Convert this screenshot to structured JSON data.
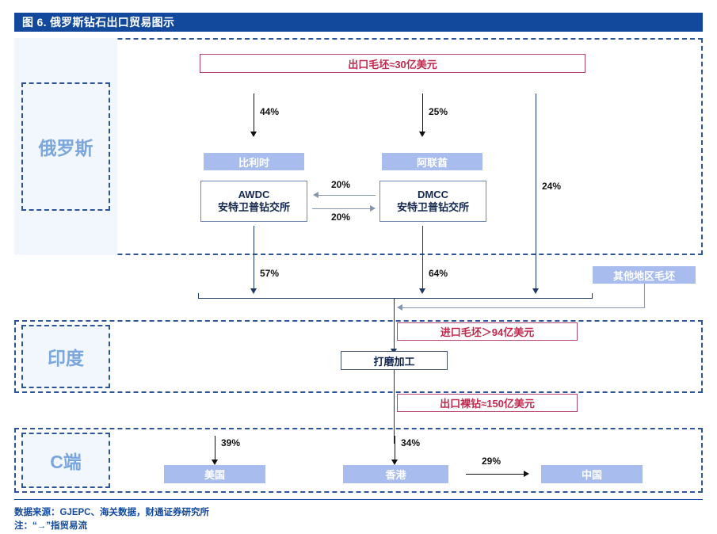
{
  "figure": {
    "title": "图 6. 俄罗斯钻石出口贸易图示",
    "title_bg": "#12499c"
  },
  "regions": [
    {
      "key": "russia",
      "label": "俄罗斯"
    },
    {
      "key": "india",
      "label": "印度"
    },
    {
      "key": "consumer",
      "label": "C端"
    }
  ],
  "nodes": {
    "export_rough": {
      "label": "出口毛坯≈30亿美元",
      "style": "red-outline"
    },
    "belgium": {
      "label": "比利时",
      "style": "blue-fill"
    },
    "uae": {
      "label": "阿联酋",
      "style": "blue-fill"
    },
    "awdc_line1": "AWDC",
    "awdc_line2": "安特卫普钻交所",
    "dmcc_line1": "DMCC",
    "dmcc_line2": "安特卫普钻交所",
    "other_rough": {
      "label": "其他地区毛坯",
      "style": "blue-fill"
    },
    "import_rough": {
      "label": "进口毛坯＞94亿美元",
      "style": "red-outline"
    },
    "polishing": {
      "label": "打磨加工",
      "style": "white-outline"
    },
    "export_polished": {
      "label": "出口裸钻≈150亿美元",
      "style": "red-outline"
    },
    "usa": {
      "label": "美国",
      "style": "blue-fill"
    },
    "hongkong": {
      "label": "香港",
      "style": "blue-fill"
    },
    "china": {
      "label": "中国",
      "style": "blue-fill"
    }
  },
  "flows": {
    "to_belgium": "44%",
    "to_uae": "25%",
    "direct_to_india": "24%",
    "dmcc_to_awdc": "20%",
    "awdc_to_dmcc": "20%",
    "belgium_to_india": "57%",
    "uae_to_india": "64%",
    "to_usa": "39%",
    "to_hongkong": "34%",
    "hongkong_to_china": "29%"
  },
  "footer": {
    "source": "数据来源：GJEPC、海关数据，财通证券研究所",
    "note": "注：“→”指贸易流"
  },
  "colors": {
    "title_blue": "#12499c",
    "region_dash": "#2e5597",
    "region_label_text": "#7ba7dd",
    "box_fill_blue": "#a8bcee",
    "box_red_border": "#b5436b",
    "box_red_text": "#c0294e",
    "connector_navy": "#1f3864",
    "connector_gray": "#8496b0"
  },
  "chart_data": {
    "type": "diagram",
    "title": "图 6. 俄罗斯钻石出口贸易图示",
    "nodes": [
      "出口毛坯≈30亿美元",
      "比利时",
      "阿联酋",
      "AWDC 安特卫普钻交所",
      "DMCC 安特卫普钻交所",
      "其他地区毛坯",
      "进口毛坯＞94亿美元",
      "打磨加工",
      "出口裸钻≈150亿美元",
      "美国",
      "香港",
      "中国"
    ],
    "edges": [
      {
        "from": "出口毛坯≈30亿美元",
        "to": "比利时",
        "value": "44%"
      },
      {
        "from": "出口毛坯≈30亿美元",
        "to": "阿联酋",
        "value": "25%"
      },
      {
        "from": "出口毛坯≈30亿美元",
        "to": "打磨加工",
        "value": "24%"
      },
      {
        "from": "DMCC 安特卫普钻交所",
        "to": "AWDC 安特卫普钻交所",
        "value": "20%"
      },
      {
        "from": "AWDC 安特卫普钻交所",
        "to": "DMCC 安特卫普钻交所",
        "value": "20%"
      },
      {
        "from": "AWDC 安特卫普钻交所",
        "to": "打磨加工",
        "value": "57%"
      },
      {
        "from": "DMCC 安特卫普钻交所",
        "to": "打磨加工",
        "value": "64%"
      },
      {
        "from": "其他地区毛坯",
        "to": "打磨加工",
        "value": ""
      },
      {
        "from": "打磨加工",
        "to": "美国",
        "value": "39%"
      },
      {
        "from": "打磨加工",
        "to": "香港",
        "value": "34%"
      },
      {
        "from": "香港",
        "to": "中国",
        "value": "29%"
      }
    ]
  }
}
